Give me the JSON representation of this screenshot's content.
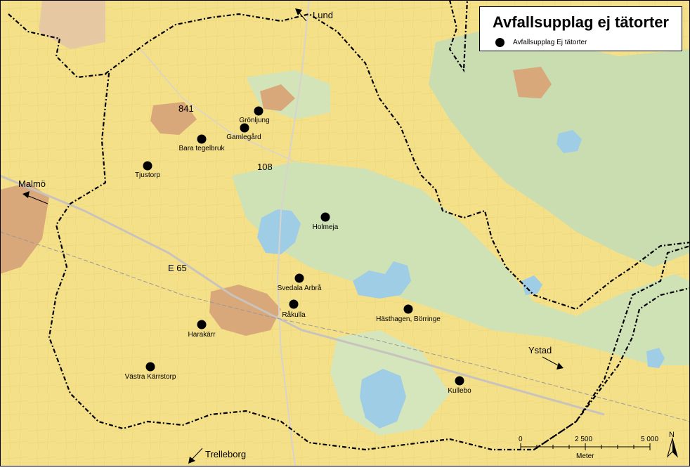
{
  "legend": {
    "title": "Avfallsupplag ej tätorter",
    "item_label": "Avfallsupplag Ej tätorter"
  },
  "sites": [
    {
      "name": "Grönljung"
    },
    {
      "name": "Gamlegård"
    },
    {
      "name": "Bara tegelbruk"
    },
    {
      "name": "Tjustorp"
    },
    {
      "name": "Holmeja"
    },
    {
      "name": "Svedala Arbrå"
    },
    {
      "name": "Råkulla"
    },
    {
      "name": "Hästhagen, Börringe"
    },
    {
      "name": "Harakärr"
    },
    {
      "name": "Västra Kärrstorp"
    },
    {
      "name": "Kullebo"
    }
  ],
  "directions": {
    "lund": "Lund",
    "malmo": "Malmö",
    "ystad": "Ystad",
    "trelleborg": "Trelleborg"
  },
  "roads": {
    "r841": "841",
    "r108": "108",
    "e65": "E 65"
  },
  "scale": {
    "labels": [
      "0",
      "2 500",
      "5 000"
    ],
    "unit": "Meter"
  },
  "north": "N",
  "colors": {
    "farmland": "#f5e08a",
    "forest": "#c9ddb0",
    "water": "#9fcde6",
    "urban": "#d9a87a",
    "boundary": "#000000",
    "marker": "#000000"
  }
}
